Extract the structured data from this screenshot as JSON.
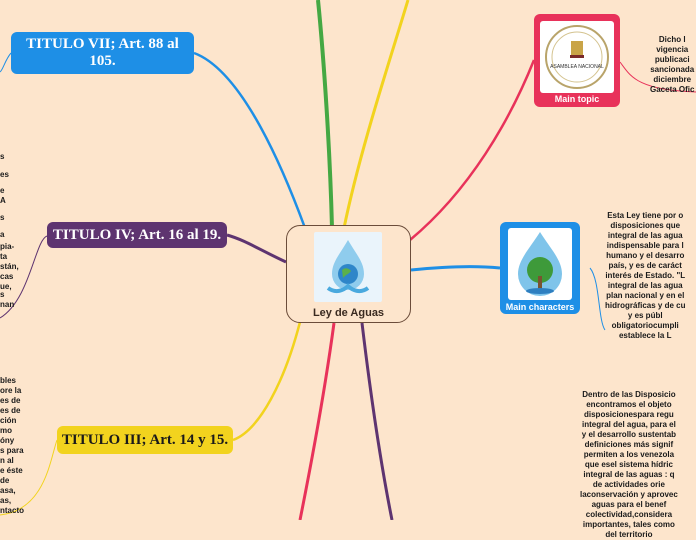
{
  "center": {
    "label": "Ley de Aguas"
  },
  "topics": {
    "t7": "TITULO VII; Art. 88 al 105.",
    "t4": "TITULO IV; Art. 16 al 19.",
    "t3": "TITULO III; Art. 14 y 15."
  },
  "cards": {
    "main_caption": "Main topic",
    "char_caption": "Main characters",
    "seal_text": "ASAMBLEA NACIONAL"
  },
  "notes": {
    "top_right": [
      "Dicho l",
      "vigencia",
      "publicaci",
      "sancionada",
      "diciembre",
      "Gaceta Ofic"
    ],
    "mid_right": [
      "Esta Ley tiene por o",
      "disposiciones que",
      "integral de las agua",
      "indispensable para l",
      "humano y el desarro",
      "país, y es de caráct",
      "interés de Estado. \"L",
      "integral de las agua",
      "plan nacional y en el",
      "hidrográficas y de cu",
      "y es públ",
      "obligatoriocumpli",
      "establece la L"
    ],
    "bottom_right": [
      "Dentro de las Disposicio",
      "encontramos el objeto",
      "disposicionespara regu",
      "integral del agua, para el",
      "y el desarrollo sustentab",
      "definiciones más signif",
      "permiten a los venezola",
      "que esel sistema hídric",
      "integral de las aguas : q",
      "de actividades orie",
      "laconservación y aprovec",
      "aguas para el benef",
      "colectividad,considera",
      "importantes, tales como",
      "del territorio"
    ],
    "left_mid": [
      "s",
      "es",
      "e",
      "A",
      "s",
      "a",
      "pia-",
      "ta",
      "stán,",
      "cas",
      "ue,",
      "s",
      "nan"
    ],
    "left_bottom": [
      "bles",
      "ore la",
      "es de",
      "es de",
      "ción",
      "mo",
      "óny",
      "s para",
      "n al",
      "e éste",
      "de",
      "asa,",
      "as,",
      "ntacto"
    ]
  }
}
